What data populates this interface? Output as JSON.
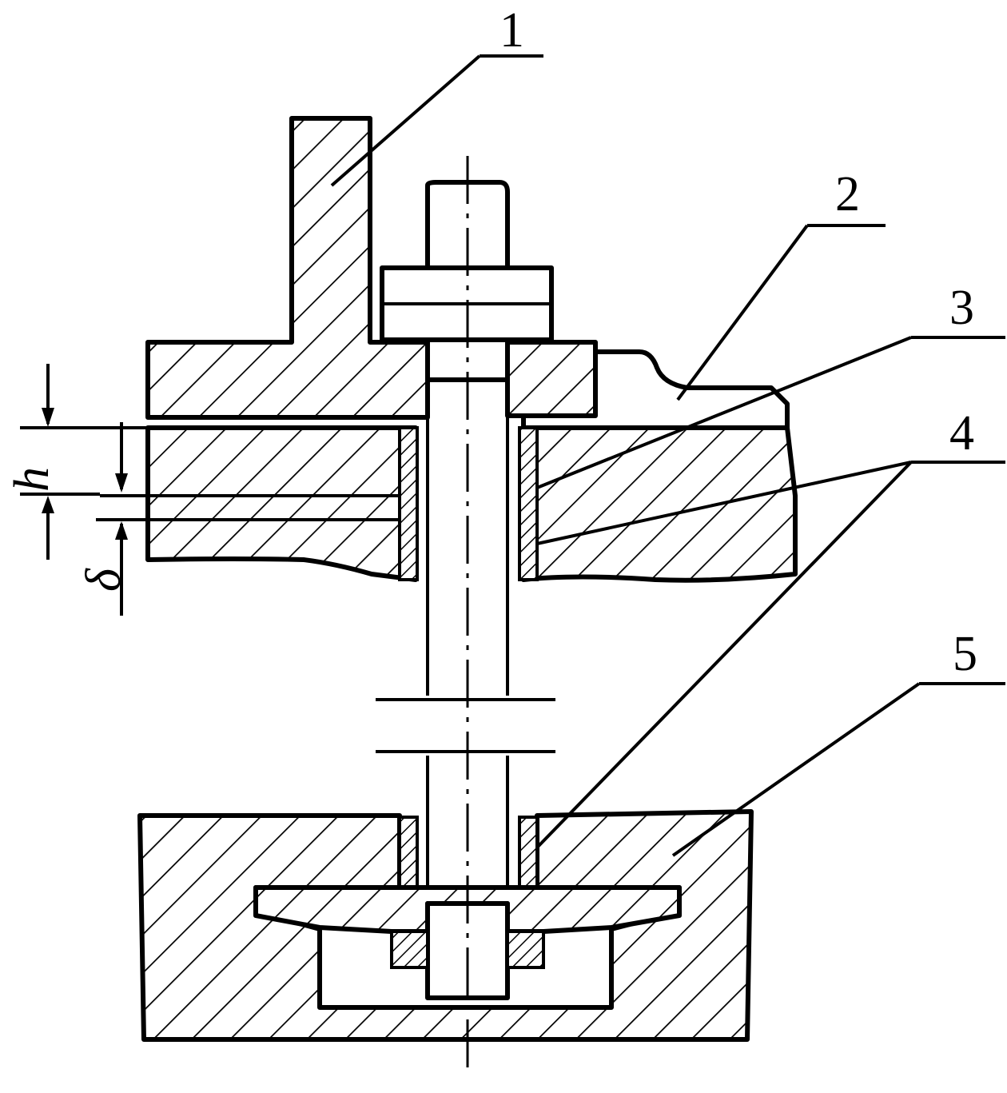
{
  "callouts": [
    {
      "id": "1",
      "text": "1"
    },
    {
      "id": "2",
      "text": "2"
    },
    {
      "id": "3",
      "text": "3"
    },
    {
      "id": "4",
      "text": "4"
    },
    {
      "id": "5",
      "text": "5"
    }
  ],
  "dimensions": {
    "h": "h",
    "delta": "δ"
  },
  "colors": {
    "ink": "#000000",
    "paper": "#ffffff"
  }
}
